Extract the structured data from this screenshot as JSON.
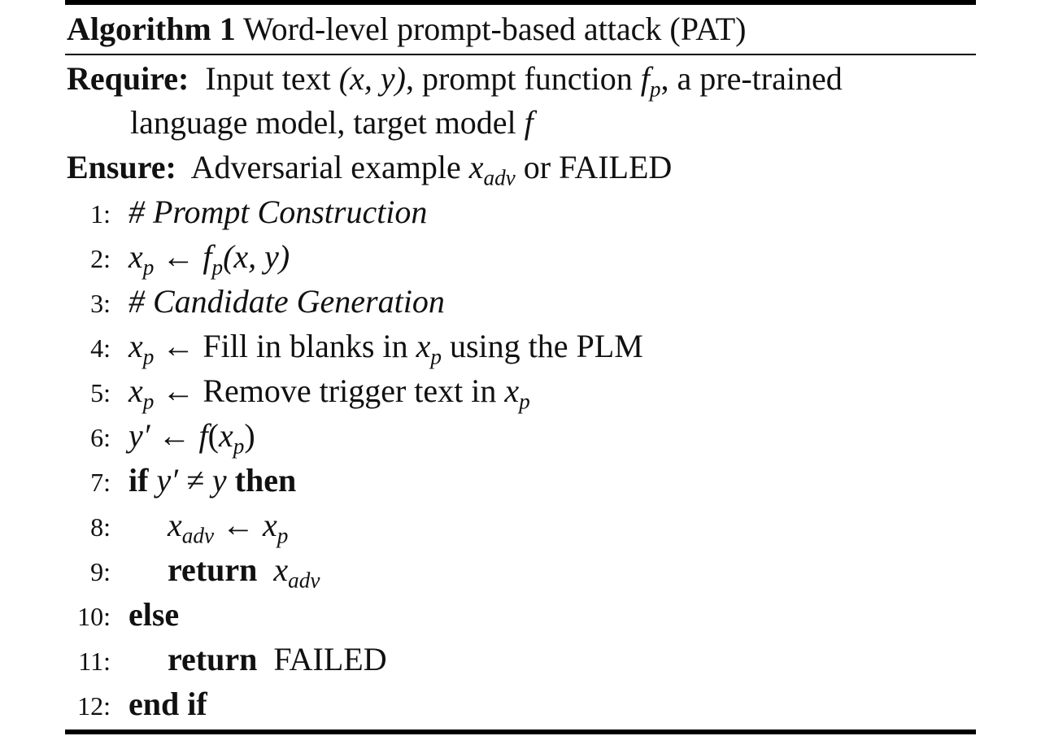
{
  "caption": {
    "label": "Algorithm 1",
    "title": "Word-level prompt-based attack (PAT)"
  },
  "require": {
    "label": "Require:",
    "part1": "Input text ",
    "xy": "(x, y)",
    "part2": ", prompt function ",
    "f": "f",
    "p": "p",
    "part3": ", a pre-trained",
    "line2a": "language model, target model ",
    "line2b": "f"
  },
  "ensure": {
    "label": "Ensure:",
    "part1": "Adversarial example ",
    "x": "x",
    "adv": "adv",
    "part2": " or FAILED"
  },
  "lines": [
    {
      "num": "1:",
      "text": "# Prompt Construction"
    },
    {
      "num": "2:",
      "lhs": "x",
      "lhs_sub": "p",
      "arrow": " ← ",
      "rhs_f": "f",
      "rhs_sub": "p",
      "rhs_args": "(x, y)"
    },
    {
      "num": "3:",
      "text": "# Candidate Generation"
    },
    {
      "num": "4:",
      "lhs": "x",
      "lhs_sub": "p",
      "arrow": " ← ",
      "t1": "Fill in blanks in ",
      "x": "x",
      "x_sub": "p",
      "t2": " using the PLM"
    },
    {
      "num": "5:",
      "lhs": "x",
      "lhs_sub": "p",
      "arrow": " ← ",
      "t1": "Remove trigger text in ",
      "x": "x",
      "x_sub": "p"
    },
    {
      "num": "6:",
      "lhs": "y′",
      "arrow": " ← ",
      "f": "f",
      "open": "(",
      "x": "x",
      "x_sub": "p",
      "close": ")"
    },
    {
      "num": "7:",
      "kw1": "if",
      "cond": " y′ ≠ y ",
      "kw2": "then"
    },
    {
      "num": "8:",
      "lhs": "x",
      "lhs_sub": "adv",
      "arrow": " ← ",
      "x": "x",
      "x_sub": "p"
    },
    {
      "num": "9:",
      "kw": "return",
      "x": "x",
      "x_sub": "adv"
    },
    {
      "num": "10:",
      "kw": "else"
    },
    {
      "num": "11:",
      "kw": "return",
      "text": "FAILED"
    },
    {
      "num": "12:",
      "kw": "end if"
    }
  ]
}
